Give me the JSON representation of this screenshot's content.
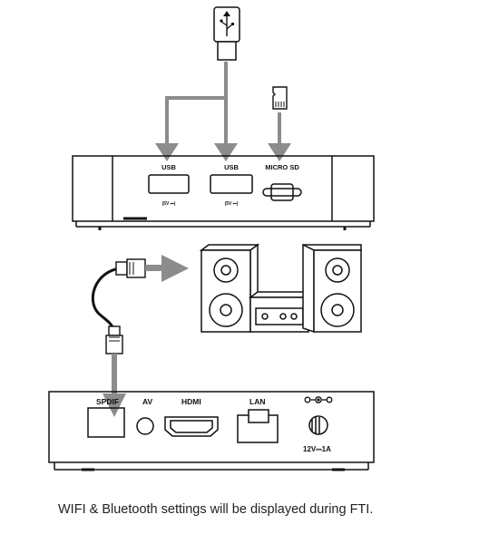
{
  "top_panel": {
    "usb1_label": "USB",
    "usb1_sub": "(5V ⎓)",
    "usb2_label": "USB",
    "usb2_sub": "(5V ⎓)",
    "microsd_label": "MICRO SD"
  },
  "rear_panel": {
    "spdif_label": "SPDIF",
    "av_label": "AV",
    "hdmi_label": "HDMI",
    "lan_label": "LAN",
    "power_label": "12V⎓1A"
  },
  "caption": "WIFI & Bluetooth settings will be displayed during FTI.",
  "colors": {
    "arrow": "#8c8c8c",
    "line": "#111111"
  },
  "icons": [
    "usb-stick-icon",
    "microsd-card-icon",
    "speaker-system-icon",
    "optical-cable-icon",
    "dc-polarity-icon"
  ]
}
